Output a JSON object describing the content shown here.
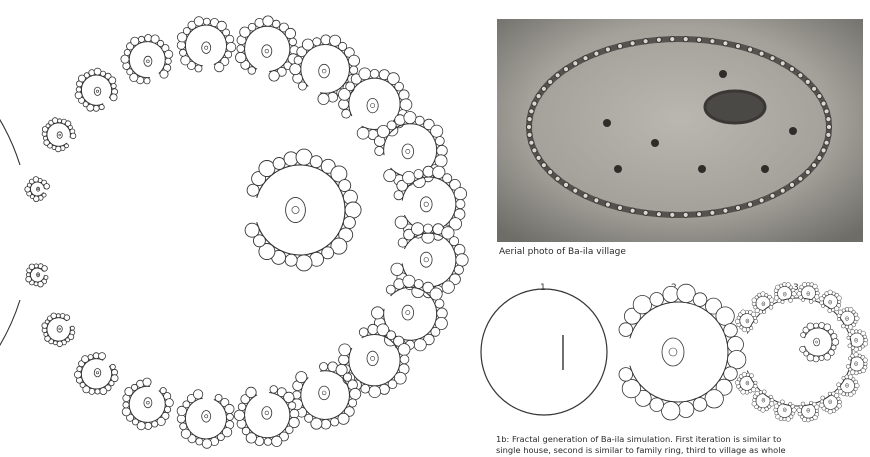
{
  "photo": {
    "caption": "Aerial photo of Ba-ila village"
  },
  "iterations": {
    "labels": [
      "1",
      "2",
      "3"
    ],
    "caption_line1": "1b: Fractal generation of Ba-ila simulation. First iteration is similar to",
    "caption_line2": "single house, second is similar to family ring, third to village as whole"
  },
  "colors": {
    "line": "#333333",
    "photo_base": "#8f8d87",
    "photo_ring": "#3a3835"
  }
}
